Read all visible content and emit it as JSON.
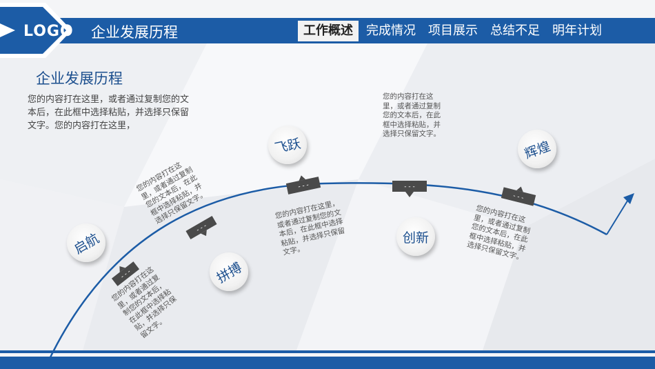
{
  "header": {
    "logo": "LOGO",
    "title": "企业发展历程",
    "nav": [
      "工作概述",
      "完成情况",
      "项目展示",
      "总结不足",
      "明年计划"
    ],
    "active_index": 0
  },
  "section": {
    "title": "企业发展历程",
    "intro": "您的内容打在这里，或者通过复制您的文本后，在此框中选择粘贴，并选择只保留文字。您的内容打在这里，"
  },
  "milestones": {
    "qihang": "启航",
    "pinbo": "拼搏",
    "feiyue": "飞跃",
    "chuangxin": "创新",
    "huihuang": "辉煌"
  },
  "placeholder_text": "您的内容打在这里，或者通过复制您的文本后，在此框中选择粘贴，并选择只保留文字。",
  "colors": {
    "primary": "#1c5ca6",
    "marker": "#4a4a4a"
  }
}
